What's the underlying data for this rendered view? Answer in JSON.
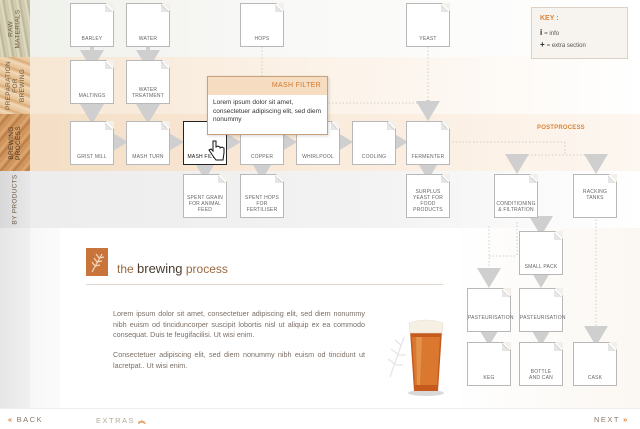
{
  "key": {
    "title": "KEY :",
    "info_symbol": "i",
    "info_label": "= info",
    "extra_symbol": "+",
    "extra_label": "= extra section"
  },
  "sections": {
    "raw_materials": "RAW MATERIALS",
    "preparation": "PREPARATION FOR BREWING",
    "brewing": "BREWING PROCESS",
    "byproducts": "BY PRODUCTS"
  },
  "nodes": {
    "barley": "BARLEY",
    "water": "WATER",
    "hops": "HOPS",
    "yeast": "YEAST",
    "maltings": "MALTINGS",
    "water_treatment": "WATER TREATMENT",
    "grist_mill": "GRIST MILL",
    "mash_turn": "MASH TURN",
    "mash_filter": "MASH FILTER",
    "copper": "COPPER",
    "whirlpool": "WHIRLPOOL",
    "cooling": "COOLING",
    "fermenter": "FERMENTER",
    "spent_grain": "SPENT GRAIN FOR ANIMAL FEED",
    "spent_hops": "SPENT HOPS FOR FERTILISER",
    "surplus_yeast": "SURPLUS YEAST FOR FOOD PRODUCTS",
    "conditioning": "CONDITIONING & FILTRATION",
    "racking_tanks": "RACKING TANKS",
    "small_pack": "SMALL PACK",
    "pasteurisation_1": "PASTEURISATION",
    "pasteurisation_2": "PASTEURISATION",
    "keg": "KEG",
    "bottle_can": "BOTTLE AND CAN",
    "cask": "CASK"
  },
  "postprocess_label": "POSTPROCESS",
  "tooltip": {
    "title": "MASH FILTER",
    "body": "Lorem ipsum dolor sit amet, consectetuer adipiscing elit, sed diem nonummy"
  },
  "panel": {
    "title_prefix": "the ",
    "title_bold": "brewing",
    "title_suffix": " process",
    "para1": "Lorem ipsum dolor sit amet, consectetuer adipiscing elit, sed diem nonummy nibh euism od tinciduncorper suscipit lobortis nisl ut aliquip ex ea commodo consequat. Duis te feugifacilisi. Ut wisi enim.",
    "para2": "Consectetuer adipiscing elit, sed diem nonummy nibh euism od tincidunt ut lacretpat.. Ut wisi enim."
  },
  "footer": {
    "back": "BACK",
    "extras": "EXTRAS",
    "next": "NEXT"
  },
  "colors": {
    "accent": "#d8843a",
    "band_raw": "#f6f6f4",
    "band_prep": "#fbf0e4",
    "band_brew": "#f9ead8",
    "band_by": "#f3f3f3"
  }
}
